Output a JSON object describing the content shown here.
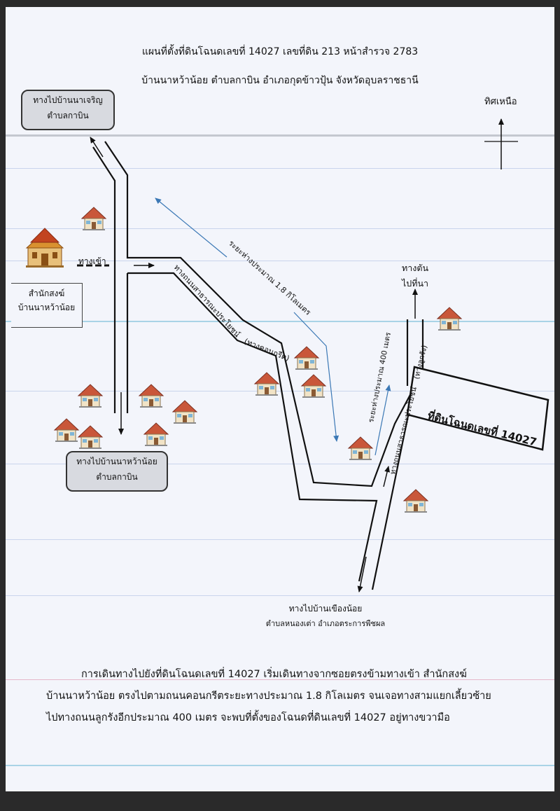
{
  "header": {
    "title_line1": "แผนที่ตั้งที่ดินโฉนดเลขที่ 14027 เลขที่ดิน 213 หน้าสำรวจ 2783",
    "title_line2": "บ้านนาหว้าน้อย ตำบลกาบิน อำเภอกุดข้าวปุ้น จังหวัดอุบลราชธานี"
  },
  "labels": {
    "north": "ทิศเหนือ",
    "to_na_charoen_line1": "ทางไปบ้านนาเจริญ",
    "to_na_charoen_line2": "ตำบลกาบิน",
    "entrance": "ทางเข้า",
    "temple_line1": "สำนักสงฆ์",
    "temple_line2": "บ้านนาหว้าน้อย",
    "to_na_wa_noi_line1": "ทางไปบ้านนาหว้าน้อย",
    "to_na_wa_noi_line2": "ตำบลกาบิน",
    "road_concrete": "ทางถนนสาธารณะประโยชน์",
    "road_concrete_note": "(ทางคอนกรีต)",
    "distance_1_8": "ระยะห่างประมาณ 1.8 กิโลเมตร",
    "distance_400": "ระยะห่างประมาณ 400 เมตร",
    "road_laterite": "ทางถนนสาธารณะประโยชน์",
    "road_laterite_note": "(ทางลูกรัง)",
    "dead_end_line1": "ทางตัน",
    "dead_end_line2": "ไปที่นา",
    "parcel": "ที่ดินโฉนดเลขที่ 14027",
    "to_khueang_line1": "ทางไปบ้านเขืองน้อย",
    "to_khueang_line2": "ตำบลหนองเต่า อำเภอตระการพืชผล"
  },
  "description": {
    "line1": "การเดินทางไปยังที่ดินโฉนดเลขที่ 14027 เริ่มเดินทางจากซอยตรงข้ามทางเข้า สำนักสงฆ์",
    "line2": "บ้านนาหว้าน้อย ตรงไปตามถนนคอนกรีตระยะทางประมาณ 1.8 กิโลเมตร จนเจอทางสามแยกเลี้ยวซ้าย",
    "line3": "ไปทางถนนลูกรังอีกประมาณ 400 เมตร จะพบที่ตั้งของโฉนดที่ดินเลขที่ 14027 อยู่ทางขวามือ"
  },
  "colors": {
    "road": "#111111",
    "distance_arrow": "#3b78b5",
    "house_roof": "#c9573a",
    "house_wall": "#f1e3c6",
    "temple": "#d9912f",
    "box_fill": "#d8dae0"
  }
}
